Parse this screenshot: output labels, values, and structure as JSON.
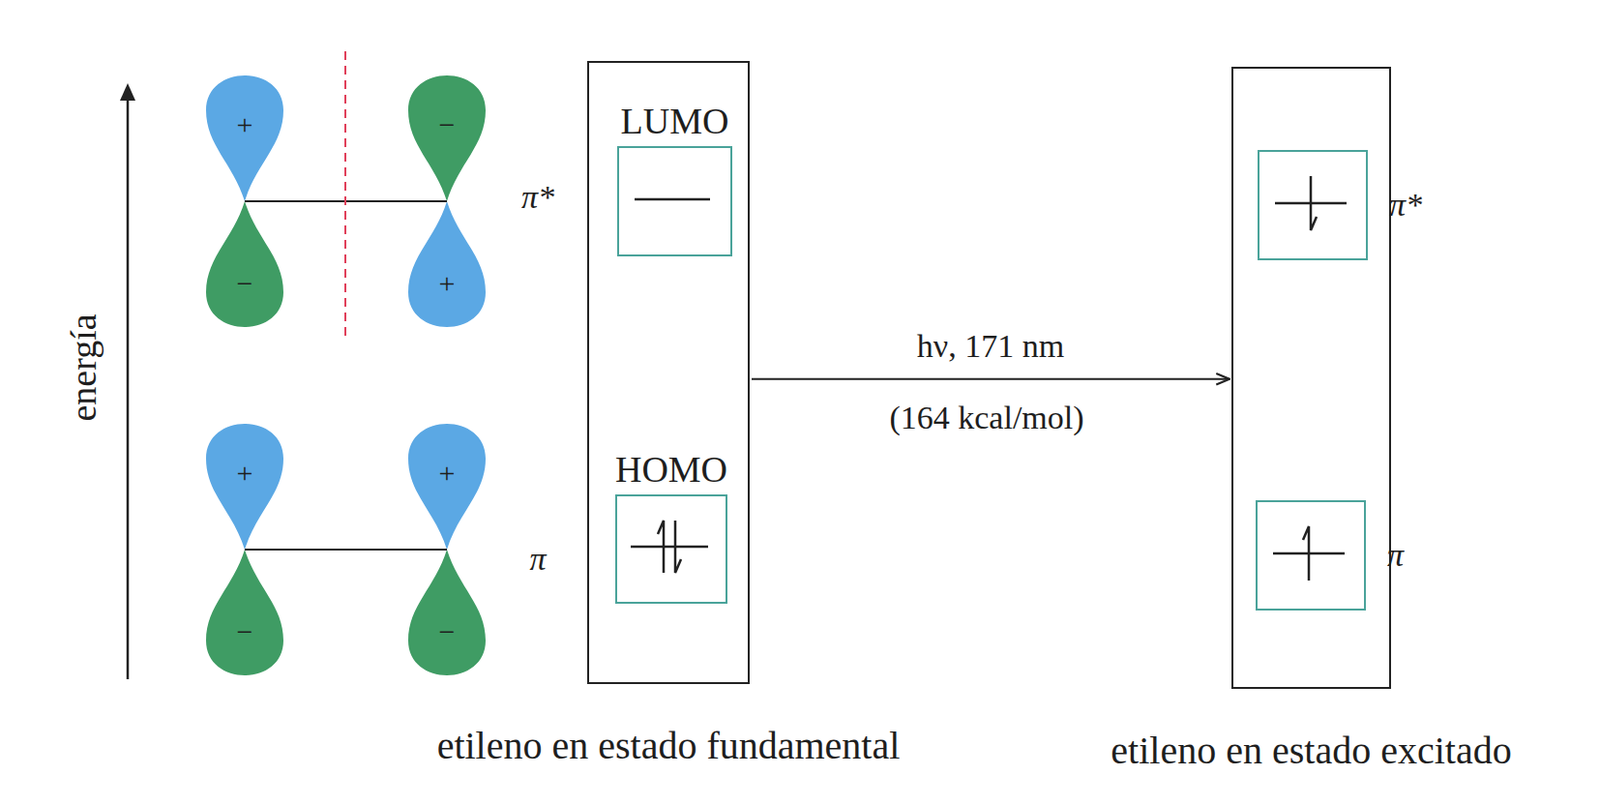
{
  "diagram": {
    "nodes": [
      {
        "text": [
          "etileno en estado fundamental"
        ]
      },
      {
        "text": [
          "LUMO"
        ],
        "in": 0
      },
      {
        "text": [
          "HOMO"
        ],
        "in": 0
      },
      {
        "text": [
          "etileno en estado excitado"
        ]
      },
      {
        "text": [
          "π*"
        ],
        "in": 3
      },
      {
        "text": [
          "π"
        ],
        "in": 3
      }
    ],
    "edges": [
      {
        "from": 0,
        "to": 3,
        "arrow": "to",
        "label": "hν, 171 nm"
      }
    ],
    "labels": [
      "energía",
      "+",
      "−",
      "−",
      "+",
      "+",
      "+",
      "−",
      "−",
      "π*",
      "π",
      "(164 kcal/mol)"
    ]
  }
}
